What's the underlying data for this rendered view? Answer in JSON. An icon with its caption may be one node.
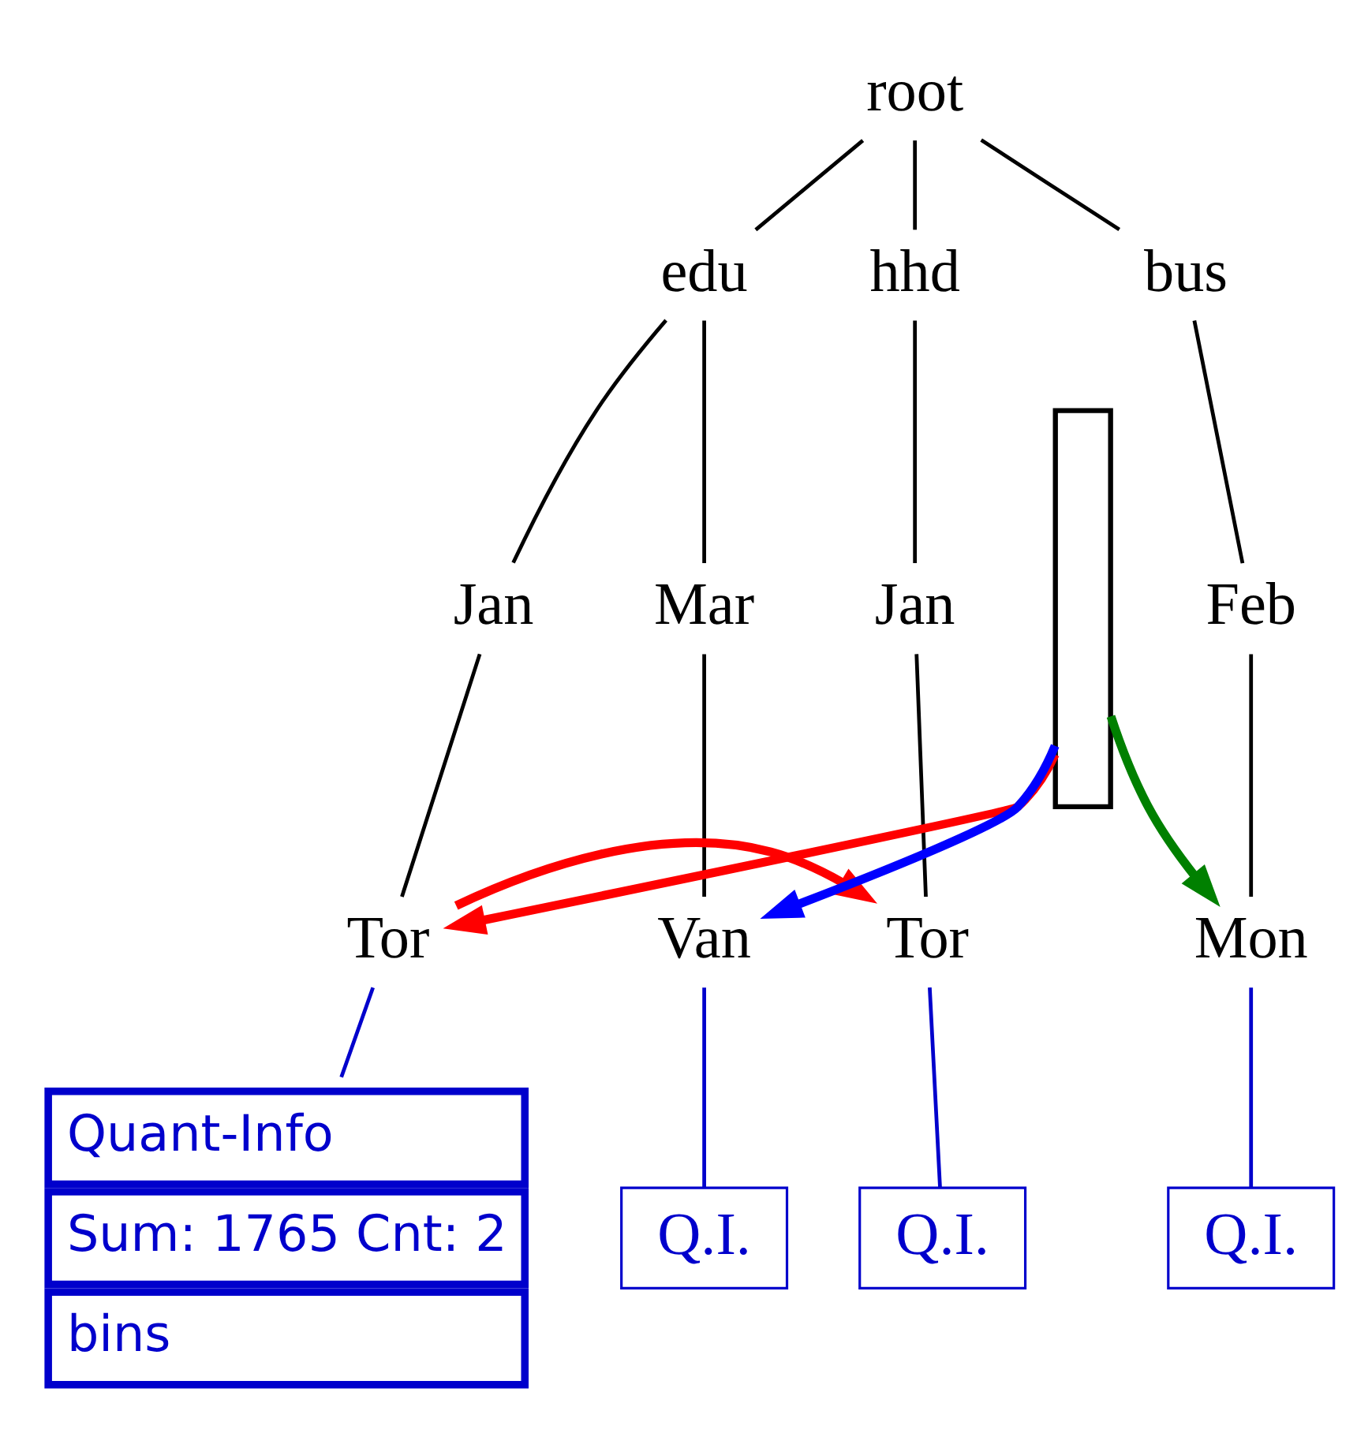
{
  "diagram": {
    "nodes": [
      {
        "text": [
          "root"
        ]
      },
      {
        "text": [
          "edu"
        ]
      },
      {
        "text": [
          "hhd"
        ]
      },
      {
        "text": [
          "bus"
        ]
      },
      {
        "text": [
          "Jan"
        ]
      },
      {
        "text": [
          "Mar"
        ]
      },
      {
        "text": [
          "Jan"
        ]
      },
      {
        "text": [
          "Feb"
        ]
      },
      {
        "text": [
          "Tor"
        ]
      },
      {
        "text": [
          "Van"
        ]
      },
      {
        "text": [
          "Tor"
        ]
      },
      {
        "text": [
          "Mon"
        ]
      },
      {
        "text": [
          "Quant-Info",
          "Sum: 1765 Cnt: 2",
          "bins"
        ]
      },
      {
        "text": [
          "Q.I."
        ]
      },
      {
        "text": [
          "Q.I."
        ]
      },
      {
        "text": [
          "Q.I."
        ]
      },
      {
        "text": [],
        "shape": "box"
      }
    ],
    "edges": [
      {
        "from": 0,
        "to": 1,
        "arrow": "none"
      },
      {
        "from": 0,
        "to": 2,
        "arrow": "none"
      },
      {
        "from": 0,
        "to": 3,
        "arrow": "none"
      },
      {
        "from": 1,
        "to": 4,
        "arrow": "none"
      },
      {
        "from": 1,
        "to": 5,
        "arrow": "none"
      },
      {
        "from": 2,
        "to": 6,
        "arrow": "none"
      },
      {
        "from": 3,
        "to": 7,
        "arrow": "none"
      },
      {
        "from": 4,
        "to": 8,
        "arrow": "none"
      },
      {
        "from": 5,
        "to": 9,
        "arrow": "none"
      },
      {
        "from": 6,
        "to": 10,
        "arrow": "none"
      },
      {
        "from": 7,
        "to": 11,
        "arrow": "none"
      },
      {
        "from": 8,
        "to": 12,
        "arrow": "none",
        "color": "#0000cc"
      },
      {
        "from": 9,
        "to": 13,
        "arrow": "none",
        "color": "#0000cc"
      },
      {
        "from": 10,
        "to": 14,
        "arrow": "none",
        "color": "#0000cc"
      },
      {
        "from": 11,
        "to": 15,
        "arrow": "none",
        "color": "#0000cc"
      },
      {
        "from": 16,
        "to": 8,
        "arrow": "to",
        "style": "thick",
        "color": "#ff0000"
      },
      {
        "from": 16,
        "to": 9,
        "arrow": "to",
        "style": "thick",
        "color": "#0000ff"
      },
      {
        "from": 16,
        "to": 11,
        "arrow": "to",
        "style": "thick",
        "color": "#008000"
      },
      {
        "from": 8,
        "to": 10,
        "arrow": "to",
        "style": "thick",
        "color": "#ff0000"
      }
    ]
  }
}
